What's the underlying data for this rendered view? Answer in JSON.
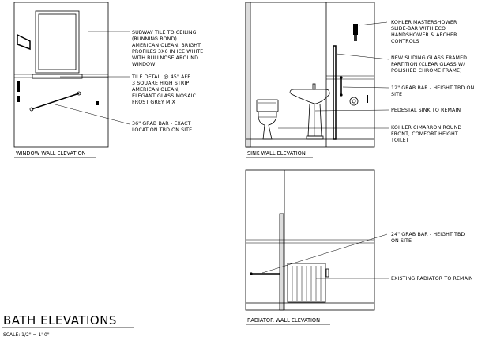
{
  "sheet": {
    "title": "BATH ELEVATIONS",
    "scale": "SCALE: 1/2\" = 1'-0\""
  },
  "window_wall": {
    "caption": "WINDOW WALL ELEVATION",
    "notes": [
      [
        "SUBWAY TILE TO CEILING",
        "(RUNNING BOND)",
        "AMERICAN OLEAN, BRIGHT",
        "PROFILES 3X6 IN ICE WHITE",
        "WITH BULLNOSE AROUND",
        "WINDOW"
      ],
      [
        "TILE DETAIL @ 45\" AFF",
        "3 SQUARE HIGH STRIP",
        "AMERICAN OLEAN,",
        "ELEGANT GLASS MOSAIC",
        "FROST GREY MIX"
      ],
      [
        "36\" GRAB BAR - EXACT",
        "LOCATION TBD ON SITE"
      ]
    ]
  },
  "sink_wall": {
    "caption": "SINK WALL ELEVATION",
    "notes": [
      [
        "KOHLER MASTERSHOWER",
        "SLIDE-BAR WITH ECO",
        "HANDSHOWER & ARCHER",
        "CONTROLS"
      ],
      [
        "NEW SLIDING GLASS FRAMED",
        "PARTITION (CLEAR GLASS W/",
        "POLISHED CHROME FRAME)"
      ],
      [
        "12\" GRAB BAR - HEIGHT TBD ON",
        "SITE"
      ],
      [
        "PEDESTAL SINK TO REMAIN"
      ],
      [
        "KOHLER CIMARRON ROUND",
        "FRONT, COMFORT HEIGHT",
        "TOILET"
      ]
    ]
  },
  "radiator_wall": {
    "caption": "RADIATOR WALL ELEVATION",
    "notes": [
      [
        "24\" GRAB BAR - HEIGHT TBD",
        "ON SITE"
      ],
      [
        "EXISTING RADIATOR TO REMAIN"
      ]
    ]
  }
}
